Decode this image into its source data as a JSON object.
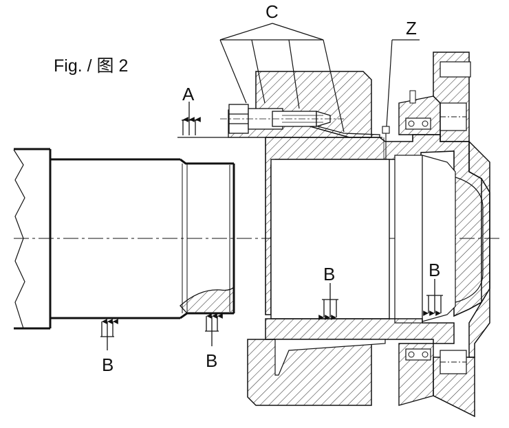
{
  "figure": {
    "caption": "Fig. /  图 2",
    "labels": {
      "A": "A",
      "C": "C",
      "Z": "Z",
      "B": "B"
    }
  },
  "colors": {
    "line": "#111111",
    "hatch": "#333333",
    "background": "#ffffff"
  }
}
